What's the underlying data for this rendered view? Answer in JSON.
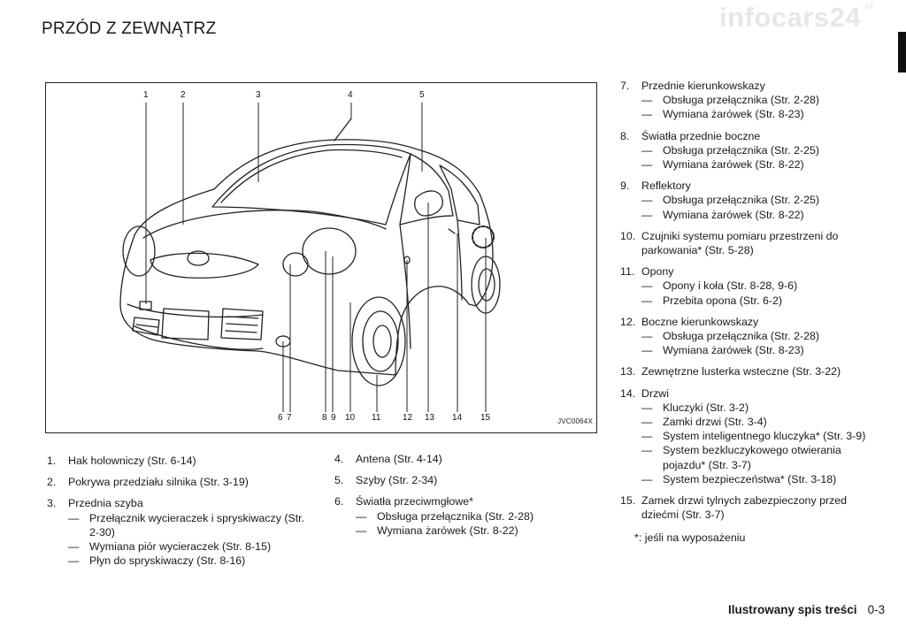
{
  "title": "PRZÓD Z ZEWNĄTRZ",
  "watermark": {
    "main": "infocars24",
    "suffix": ".pl"
  },
  "figure": {
    "code": "JVC0064X",
    "callouts": [
      "1",
      "2",
      "3",
      "4",
      "5",
      "6",
      "7",
      "8",
      "9",
      "10",
      "11",
      "12",
      "13",
      "14",
      "15"
    ]
  },
  "items_left": [
    {
      "num": "1.",
      "text": "Hak holowniczy (Str. 6-14)",
      "subs": []
    },
    {
      "num": "2.",
      "text": "Pokrywa przedziału silnika (Str. 3-19)",
      "subs": []
    },
    {
      "num": "3.",
      "text": "Przednia szyba",
      "subs": [
        "Przełącznik wycieraczek i spryskiwaczy (Str. 2-30)",
        "Wymiana piór wycieraczek (Str. 8-15)",
        "Płyn do spryskiwaczy (Str. 8-16)"
      ]
    }
  ],
  "items_mid": [
    {
      "num": "4.",
      "text": "Antena (Str. 4-14)",
      "subs": []
    },
    {
      "num": "5.",
      "text": "Szyby (Str. 2-34)",
      "subs": []
    },
    {
      "num": "6.",
      "text": "Światła przeciwmgłowe*",
      "subs": [
        "Obsługa przełącznika (Str. 2-28)",
        "Wymiana żarówek (Str. 8-22)"
      ]
    }
  ],
  "items_right": [
    {
      "num": "7.",
      "text": "Przednie kierunkowskazy",
      "subs": [
        "Obsługa przełącznika (Str. 2-28)",
        "Wymiana żarówek (Str. 8-23)"
      ]
    },
    {
      "num": "8.",
      "text": "Światła przednie boczne",
      "subs": [
        "Obsługa przełącznika (Str. 2-25)",
        "Wymiana żarówek (Str. 8-22)"
      ]
    },
    {
      "num": "9.",
      "text": "Reflektory",
      "subs": [
        "Obsługa przełącznika (Str. 2-25)",
        "Wymiana żarówek (Str. 8-22)"
      ]
    },
    {
      "num": "10.",
      "text": "Czujniki systemu pomiaru przestrzeni do parkowania* (Str. 5-28)",
      "subs": []
    },
    {
      "num": "11.",
      "text": "Opony",
      "subs": [
        "Opony i koła (Str. 8-28, 9-6)",
        "Przebita opona (Str. 6-2)"
      ]
    },
    {
      "num": "12.",
      "text": "Boczne kierunkowskazy",
      "subs": [
        "Obsługa przełącznika (Str. 2-28)",
        "Wymiana żarówek (Str. 8-23)"
      ]
    },
    {
      "num": "13.",
      "text": "Zewnętrzne lusterka wsteczne (Str. 3-22)",
      "subs": []
    },
    {
      "num": "14.",
      "text": "Drzwi",
      "subs": [
        "Kluczyki (Str. 3-2)",
        "Zamki drzwi (Str. 3-4)",
        "System inteligentnego kluczyka* (Str. 3-9)",
        "System bezkluczykowego otwierania pojazdu* (Str. 3-7)",
        "System bezpieczeństwa* (Str. 3-18)"
      ]
    },
    {
      "num": "15.",
      "text": "Zamek drzwi tylnych zabezpieczony przed dziećmi (Str. 3-7)",
      "subs": []
    }
  ],
  "dash": "—",
  "footnote": "*: jeśli na wyposażeniu",
  "footer": {
    "section": "Ilustrowany spis treści",
    "page": "0-3"
  }
}
